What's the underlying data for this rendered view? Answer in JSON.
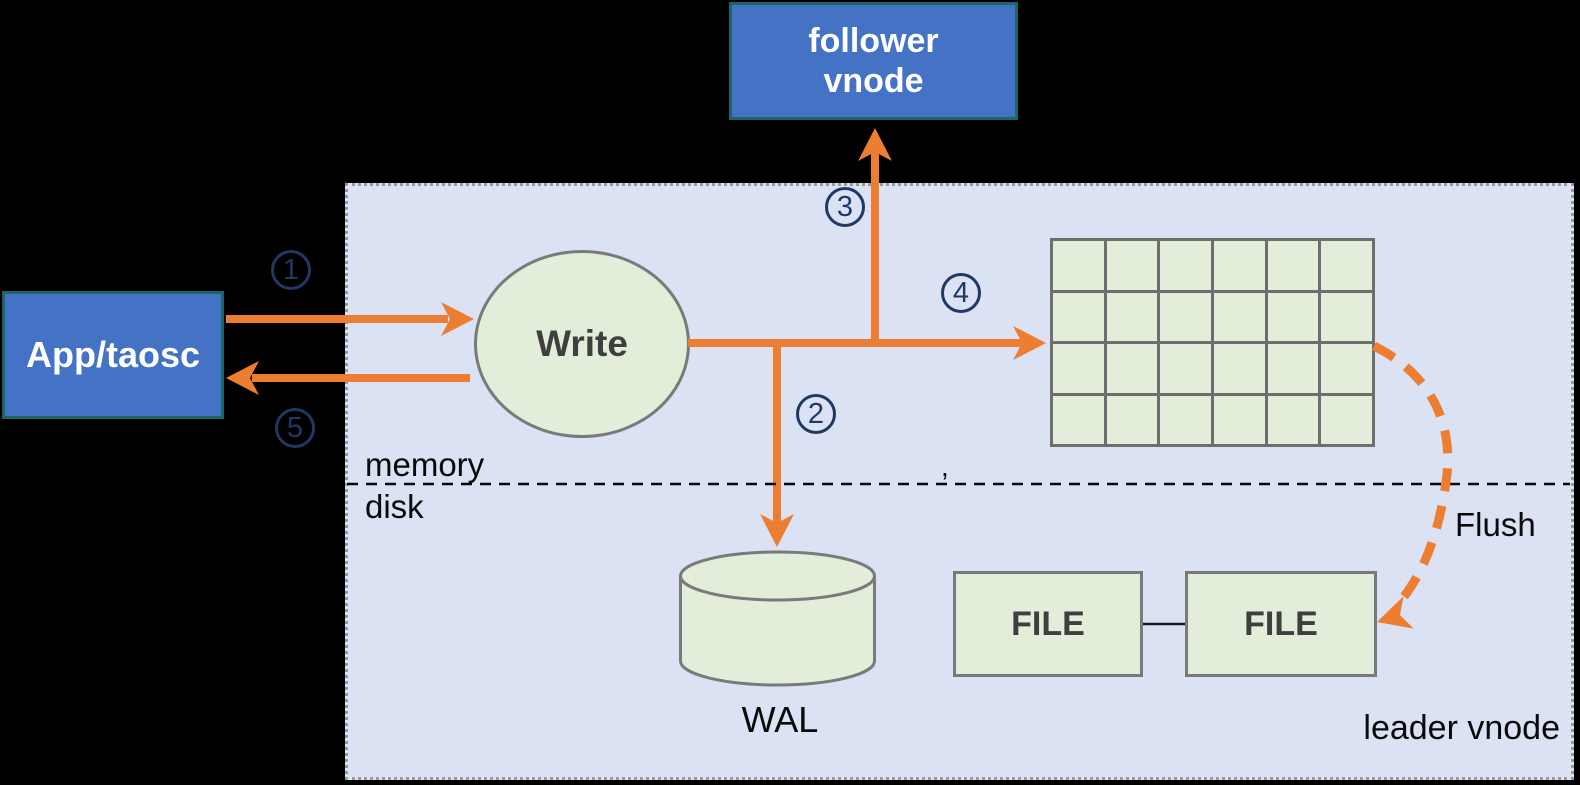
{
  "colors": {
    "background": "#000000",
    "panel_fill": "#dae2f3",
    "blue_node": "#4472c4",
    "blue_node_border": "#1f6468",
    "green_fill": "#e3eeda",
    "green_border": "#7a7a7a",
    "arrow_orange": "#ed7d31",
    "step_navy": "#1f3864"
  },
  "nodes": {
    "app": {
      "label": "App/taosc"
    },
    "follower": {
      "line1": "follower",
      "line2": "vnode"
    },
    "write": {
      "label": "Write"
    },
    "wal": {
      "label": "WAL"
    },
    "file_left": {
      "label": "FILE"
    },
    "file_right": {
      "label": "FILE"
    }
  },
  "labels": {
    "memory": "memory",
    "disk": "disk",
    "flush": "Flush",
    "leader": "leader vnode",
    "stray_mark": ","
  },
  "steps": [
    {
      "num": "1"
    },
    {
      "num": "2"
    },
    {
      "num": "3"
    },
    {
      "num": "4"
    },
    {
      "num": "5"
    }
  ],
  "grid": {
    "rows": 4,
    "cols": 6
  }
}
